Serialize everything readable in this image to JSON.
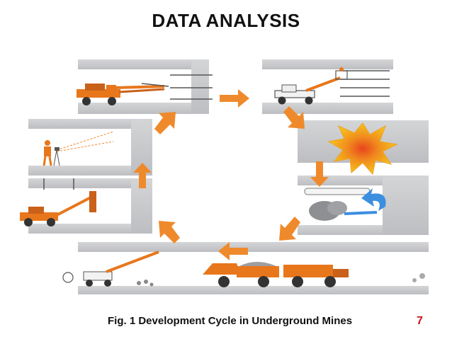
{
  "slide": {
    "title": "DATA ANALYSIS",
    "caption": "Fig. 1 Development Cycle in Underground Mines",
    "page_number": "7"
  },
  "colors": {
    "rock": "#c8c9cb",
    "rock_dark": "#a9aaad",
    "machine": "#e8771c",
    "machine_dark": "#9a4a10",
    "arrow": "#ef8a2c",
    "explosion_outer": "#f6c21b",
    "explosion_inner": "#e8441c",
    "water": "#3c8ee0",
    "page_number": "#d0101a"
  },
  "cycle_steps": [
    {
      "id": "drilling",
      "icon": "drill-jumbo-icon"
    },
    {
      "id": "charging",
      "icon": "charging-platform-icon"
    },
    {
      "id": "blasting",
      "icon": "explosion-icon"
    },
    {
      "id": "ventilation",
      "icon": "ventilation-duct-icon"
    },
    {
      "id": "mucking",
      "icon": "loader-truck-icon"
    },
    {
      "id": "scaling",
      "icon": "scaling-machine-icon"
    },
    {
      "id": "bolting",
      "icon": "bolting-rig-icon"
    },
    {
      "id": "surveying",
      "icon": "surveyor-icon"
    }
  ]
}
